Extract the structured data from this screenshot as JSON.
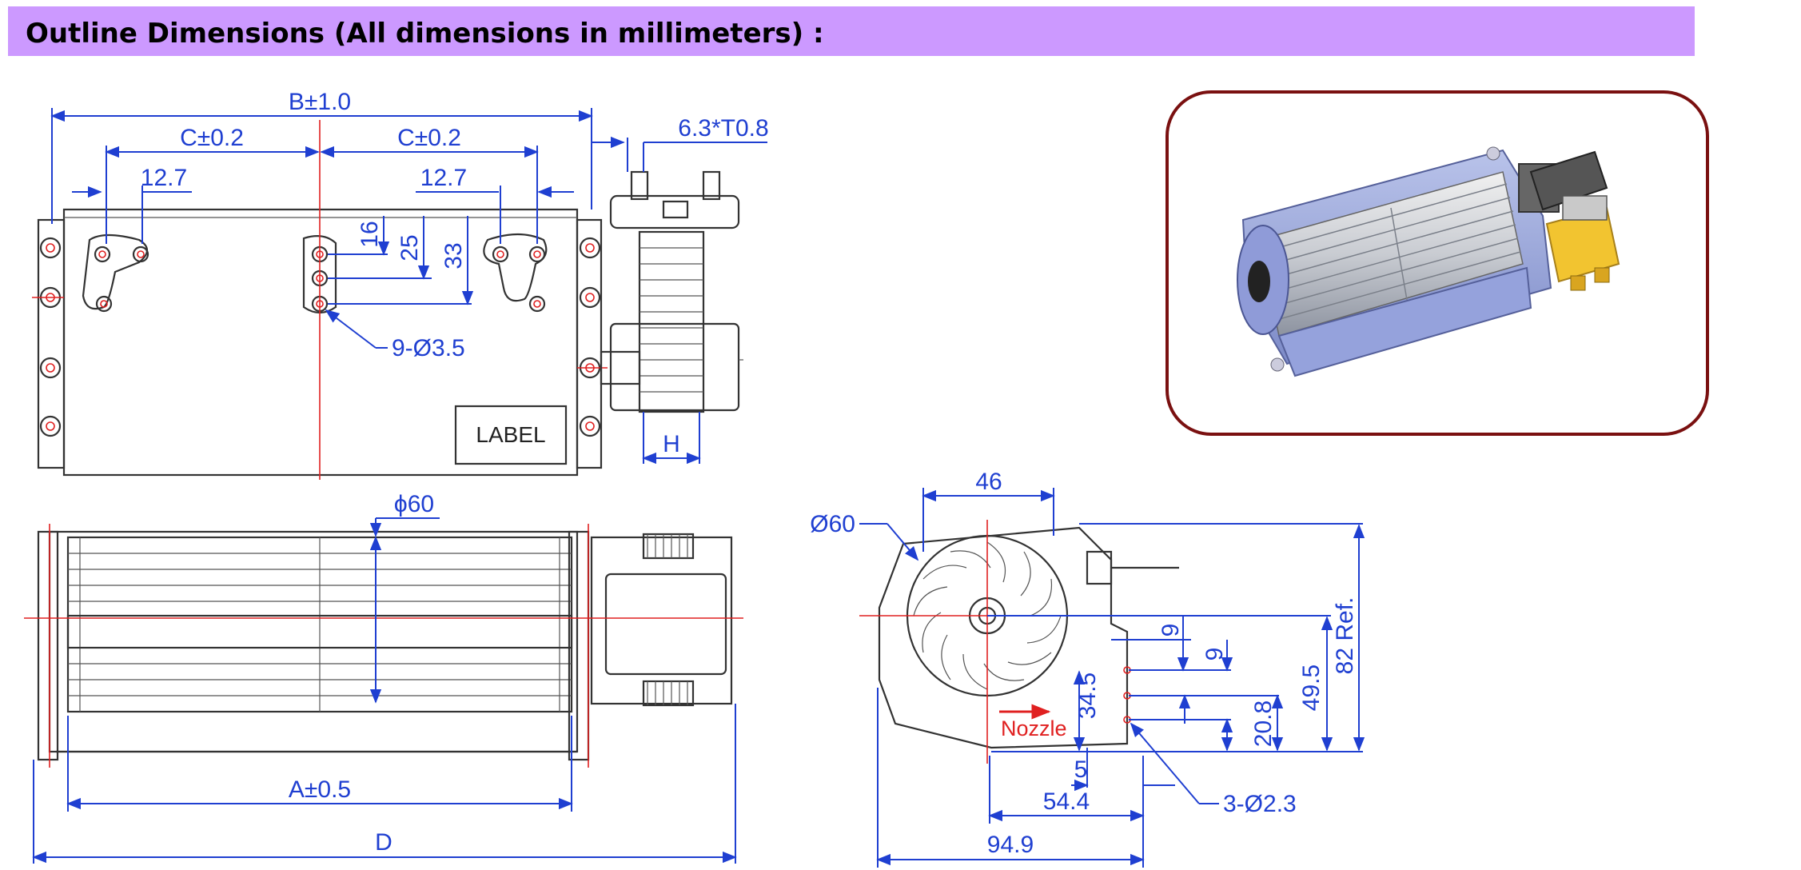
{
  "header": {
    "title": "Outline Dimensions (All dimensions in millimeters) :"
  },
  "colors": {
    "header_bg": "#cc99ff",
    "dimension": "#1f3fd1",
    "centerline": "#e02020",
    "photo_frame": "#7a1010"
  },
  "top_view": {
    "dim_b": "B±1.0",
    "dim_c_left": "C±0.2",
    "dim_c_right": "C±0.2",
    "dim_127_left": "12.7",
    "dim_127_right": "12.7",
    "dim_terminal": "6.3*T0.8",
    "dim_16": "16",
    "dim_25": "25",
    "dim_33": "33",
    "holes": "9-Ø3.5",
    "label": "LABEL",
    "dim_h": "H"
  },
  "front_view": {
    "dim_phi60": "ϕ60",
    "dim_a": "A±0.5",
    "dim_d": "D"
  },
  "side_view": {
    "dim_46": "46",
    "dim_o60": "Ø60",
    "dim_9a": "9",
    "dim_9b": "9",
    "dim_345": "34.5",
    "dim_208": "20.8",
    "dim_495": "49.5",
    "dim_82": "82 Ref.",
    "nozzle": "Nozzle",
    "dim_5": "5",
    "dim_544": "54.4",
    "holes": "3-Ø2.3",
    "dim_949": "94.9"
  }
}
